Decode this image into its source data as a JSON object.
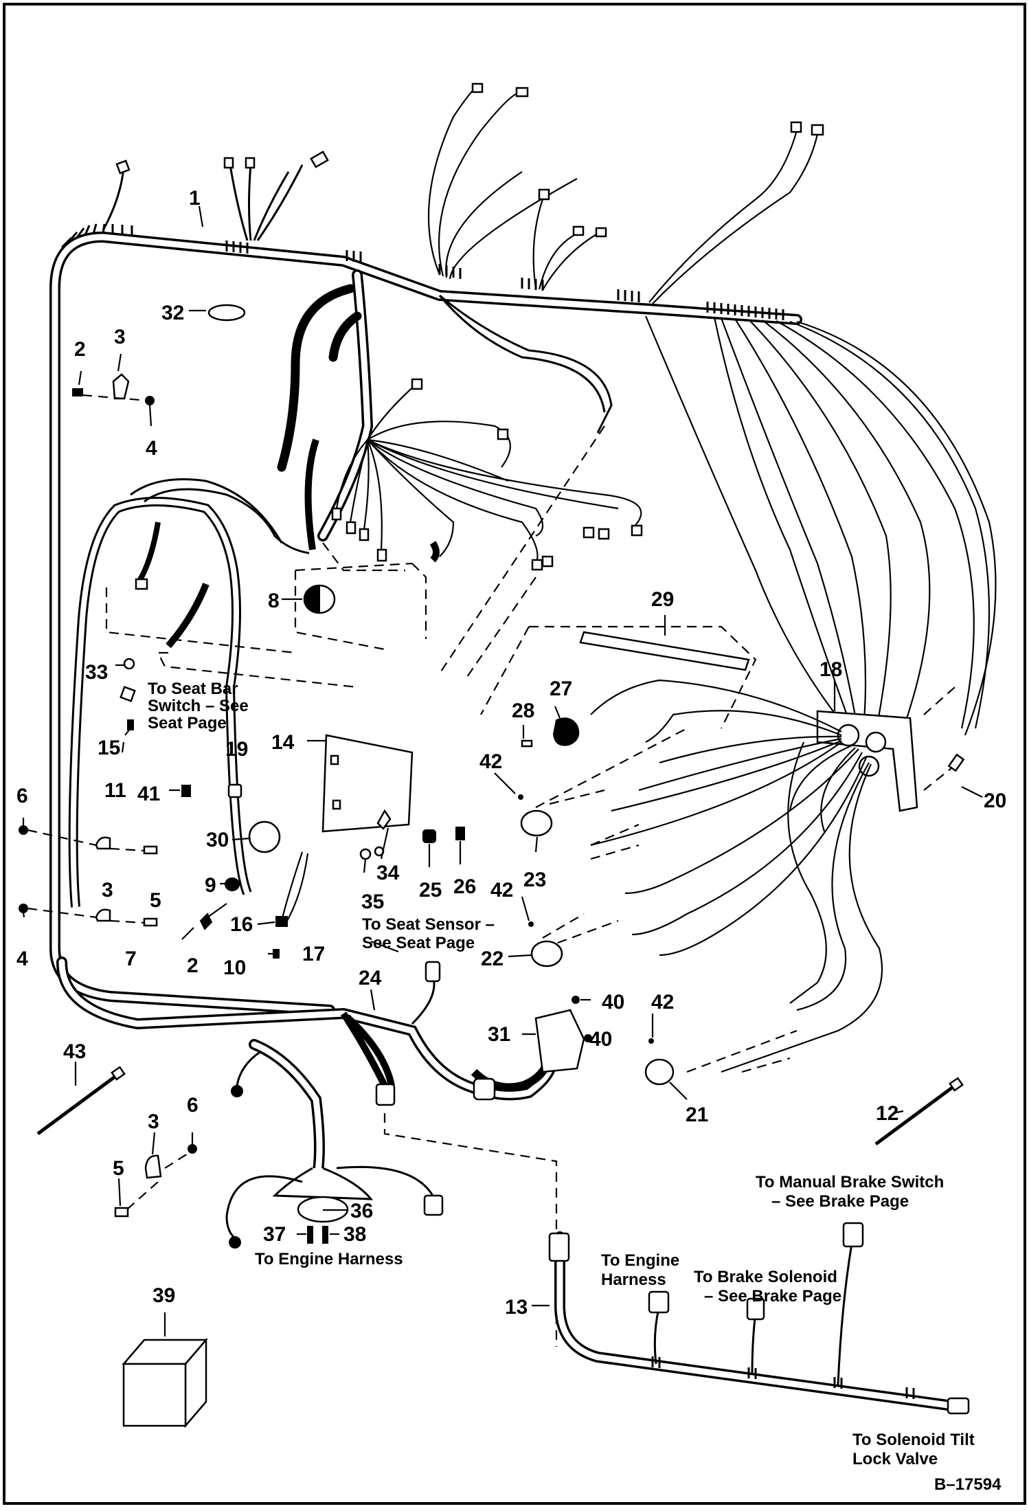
{
  "diagram_id": "B–17594",
  "callouts": {
    "c1": "1",
    "c2a": "2",
    "c2b": "2",
    "c3a": "3",
    "c3b": "3",
    "c3c": "3",
    "c4a": "4",
    "c4b": "4",
    "c5a": "5",
    "c5b": "5",
    "c6a": "6",
    "c6b": "6",
    "c7": "7",
    "c8": "8",
    "c9": "9",
    "c10": "10",
    "c11": "11",
    "c12": "12",
    "c13": "13",
    "c14": "14",
    "c15": "15",
    "c16": "16",
    "c17": "17",
    "c18": "18",
    "c19": "19",
    "c20": "20",
    "c21": "21",
    "c22": "22",
    "c23": "23",
    "c24": "24",
    "c25": "25",
    "c26": "26",
    "c27": "27",
    "c28": "28",
    "c29": "29",
    "c30": "30",
    "c31": "31",
    "c32": "32",
    "c33": "33",
    "c34": "34",
    "c35": "35",
    "c36": "36",
    "c37": "37",
    "c38": "38",
    "c39": "39",
    "c40a": "40",
    "c40b": "40",
    "c41": "41",
    "c42a": "42",
    "c42b": "42",
    "c42c": "42",
    "c43": "43"
  },
  "notes": {
    "seat_bar": [
      "To Seat Bar",
      "Switch – See",
      "Seat Page"
    ],
    "seat_sensor": [
      "To Seat Sensor –",
      "See Seat Page"
    ],
    "engine_harness_left": "To Engine Harness",
    "engine_harness_right": [
      "To Engine",
      "Harness"
    ],
    "manual_brake": [
      "To Manual Brake Switch",
      "– See Brake Page"
    ],
    "brake_solenoid": [
      "To Brake Solenoid",
      "– See Brake Page"
    ],
    "solenoid_tilt": [
      "To Solenoid Tilt",
      "Lock Valve"
    ]
  }
}
